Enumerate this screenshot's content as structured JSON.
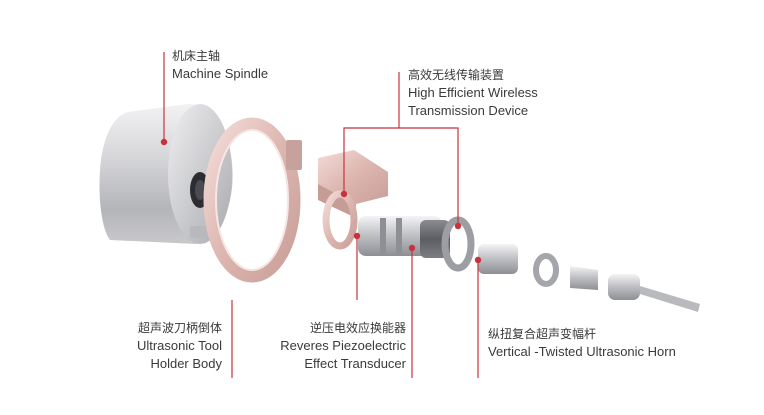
{
  "labels": {
    "spindle": {
      "zh": "机床主轴",
      "en": "Machine Spindle"
    },
    "wireless": {
      "zh": "高效无线传输装置",
      "en1": "High Efficient Wireless",
      "en2": "Transmission Device"
    },
    "holder": {
      "zh": "超声波刀柄倒体",
      "en1": "Ultrasonic Tool",
      "en2": "Holder Body"
    },
    "transducer": {
      "zh": "逆压电效应换能器",
      "en1": "Reveres Piezoelectric",
      "en2": "Effect Transducer"
    },
    "horn": {
      "zh": "纵扭复合超声变幅杆",
      "en": "Vertical -Twisted Ultrasonic Horn"
    }
  },
  "colors": {
    "leader": "#c8323c",
    "metal_light": "#e4e4e6",
    "metal_dark": "#9a9ba0",
    "copper": "#e7c7c2"
  }
}
